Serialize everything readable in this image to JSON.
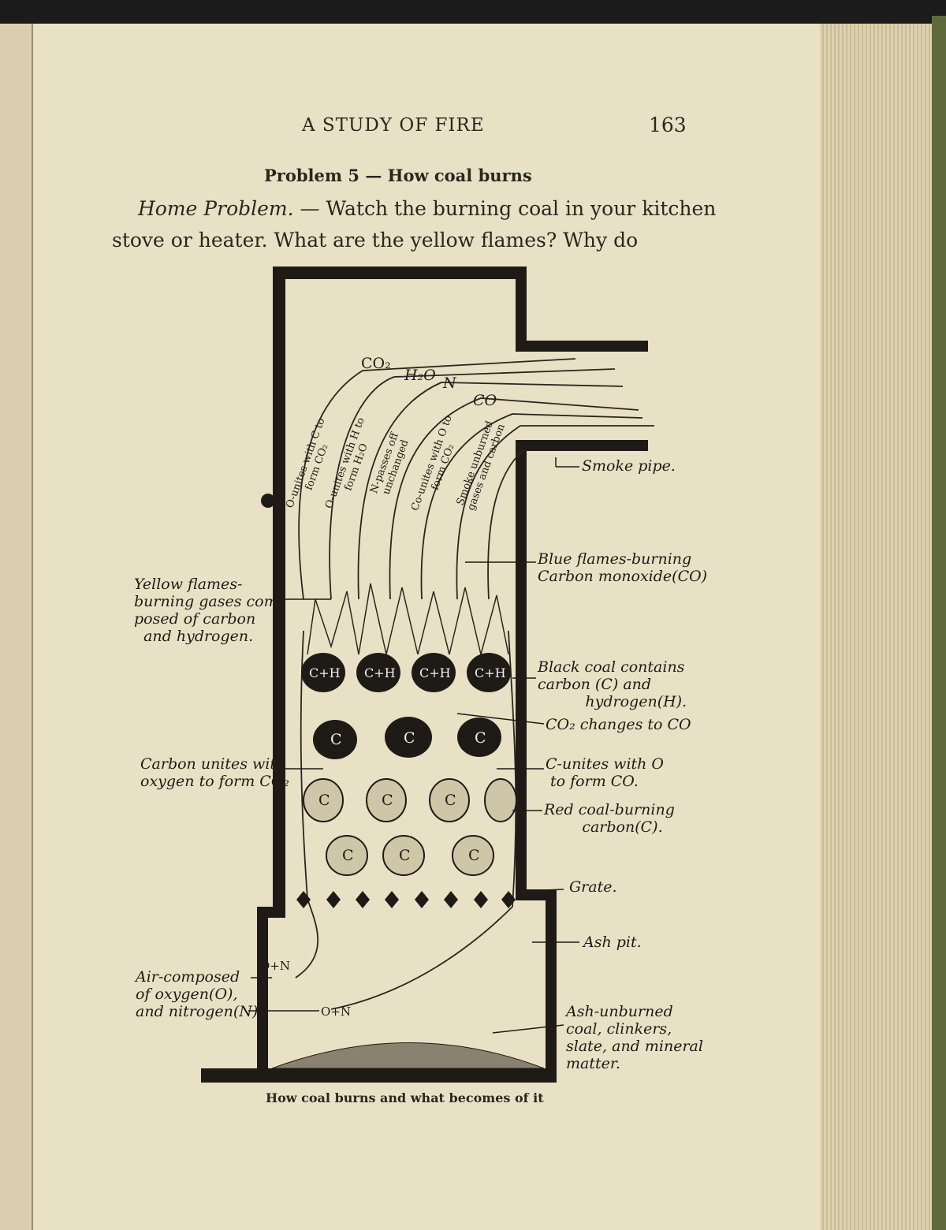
{
  "header": {
    "running_title": "A STUDY OF FIRE",
    "page_number": "163"
  },
  "section_title": "Problem 5 — How coal burns",
  "body": {
    "lead": "Home Problem.",
    "line1": " — Watch the burning coal in your kitchen",
    "line2": "stove or heater.  What are the yellow flames?  Why do"
  },
  "figure": {
    "caption": "How coal burns and what becomes of it",
    "flue_gases": [
      "CO₂",
      "H₂O",
      "N",
      "CO"
    ],
    "stream_labels": [
      "O-unites with C to form CO₂",
      "O-unites with H to form H₂O",
      "N-passes off unchanged",
      "Co-unites with O to form CO₂",
      "Smoke unburned gases and carbon"
    ],
    "coal_labels": {
      "black": "C+H",
      "coke": "C",
      "red": "C"
    },
    "inlet": "O+N",
    "callouts": {
      "smoke_pipe": "Smoke pipe.",
      "blue_flames": "Blue flames-burning\nCarbon monoxide(CO)",
      "yellow_flames": "Yellow flames-\nburning gases com-\nposed of carbon\n  and hydrogen.",
      "black_coal": "Black coal contains\ncarbon (C) and\n          hydrogen(H).",
      "co2_changes": "CO₂ changes to CO",
      "carbon_unites": "Carbon unites with\noxygen to form CO₂",
      "c_unites": "C-unites with O\n to form CO.",
      "red_coal": "Red coal-burning\n        carbon(C).",
      "grate": "Grate.",
      "ash_pit": "Ash pit.",
      "air": "Air-composed\nof oxygen(O),\nand nitrogen(N).",
      "ash": "Ash-unburned\ncoal, clinkers,\nslate, and mineral\nmatter."
    }
  }
}
